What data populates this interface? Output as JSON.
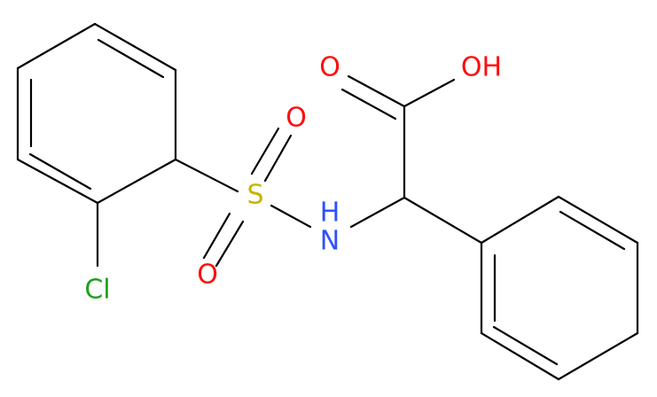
{
  "molecule": {
    "atoms": {
      "O_carbonyl": {
        "symbol": "O",
        "color": "#FF0D0D"
      },
      "OH": {
        "symbol": "OH",
        "color": "#FF0D0D"
      },
      "S": {
        "symbol": "S",
        "color": "#C8B400"
      },
      "O_s_upper": {
        "symbol": "O",
        "color": "#FF0D0D"
      },
      "O_s_lower": {
        "symbol": "O",
        "color": "#FF0D0D"
      },
      "NH": {
        "symbol": "H",
        "color": "#3050F8"
      },
      "N": {
        "symbol": "N",
        "color": "#3050F8"
      },
      "Cl": {
        "symbol": "Cl",
        "color": "#1FA01F"
      }
    },
    "bond_color": "#000000"
  }
}
